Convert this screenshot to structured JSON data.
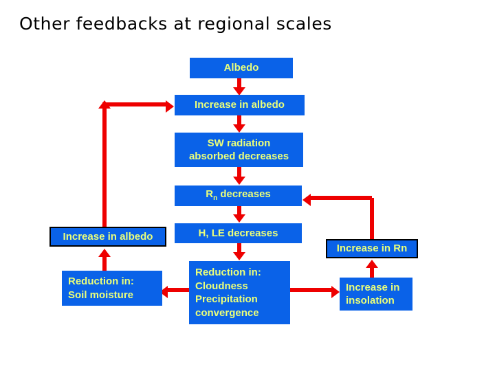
{
  "slide": {
    "title": "Other feedbacks at regional scales",
    "background_color": "#ffffff",
    "box_fill_color": "#0a62e8",
    "box_text_color": "#eaff7a",
    "arrow_color": "#ee0000",
    "border_color": "#000000"
  },
  "nodes": {
    "albedo": {
      "label": "Albedo"
    },
    "increase_albedo_top": {
      "label": "Increase in albedo"
    },
    "sw_radiation": {
      "line1": "SW radiation",
      "line2": "absorbed decreases"
    },
    "rn_decreases": {
      "prefix": "R",
      "subscript": "n",
      "suffix": " decreases",
      "label": "Rn decreases"
    },
    "h_le_decreases": {
      "label": "H, LE decreases"
    },
    "increase_albedo_left": {
      "label": "Increase in albedo"
    },
    "soil_moisture": {
      "line1": "Reduction in:",
      "line2": "Soil moisture"
    },
    "cloudness": {
      "line1": "Reduction in:",
      "line2": "Cloudness",
      "line3": "Precipitation",
      "line4": "convergence"
    },
    "increase_rn": {
      "label": "Increase in Rn"
    },
    "increase_insolation": {
      "line1": "Increase in",
      "line2": "insolation"
    }
  }
}
